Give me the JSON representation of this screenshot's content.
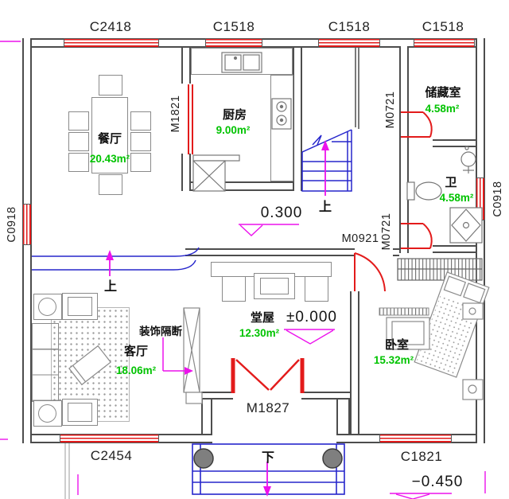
{
  "title": "residential-floor-plan",
  "windows": {
    "c2418": "C2418",
    "c1518": "C1518",
    "c0918": "C0918",
    "c2454": "C2454",
    "c1821": "C1821"
  },
  "doors": {
    "m1821": "M1821",
    "m0721": "M0721",
    "m0921": "M0921",
    "m1827": "M1827"
  },
  "rooms": {
    "dining": {
      "name": "餐厅",
      "area": "20.43m²"
    },
    "kitchen": {
      "name": "厨房",
      "area": "9.00m²"
    },
    "storage": {
      "name": "储藏室",
      "area": "4.58m²"
    },
    "bath": {
      "name": "卫",
      "area": "4.58m²"
    },
    "hall": {
      "name": "堂屋",
      "area": "12.30m²"
    },
    "living": {
      "name": "客厅",
      "area": "18.06m²"
    },
    "bedroom": {
      "name": "卧室",
      "area": "15.32m²"
    }
  },
  "elevations": {
    "landing": "0.300",
    "ground": "±0.000",
    "porch": "−0.450"
  },
  "annotations": {
    "partition": "装饰隔断",
    "up": "上",
    "down": "下"
  },
  "colors": {
    "wall": "#4d4d4d",
    "window_door": "#e31b1b",
    "stairs_porch": "#2626cc",
    "marker": "#ec12ec",
    "area_text": "#00c300",
    "furniture": "#8a8a8a"
  }
}
